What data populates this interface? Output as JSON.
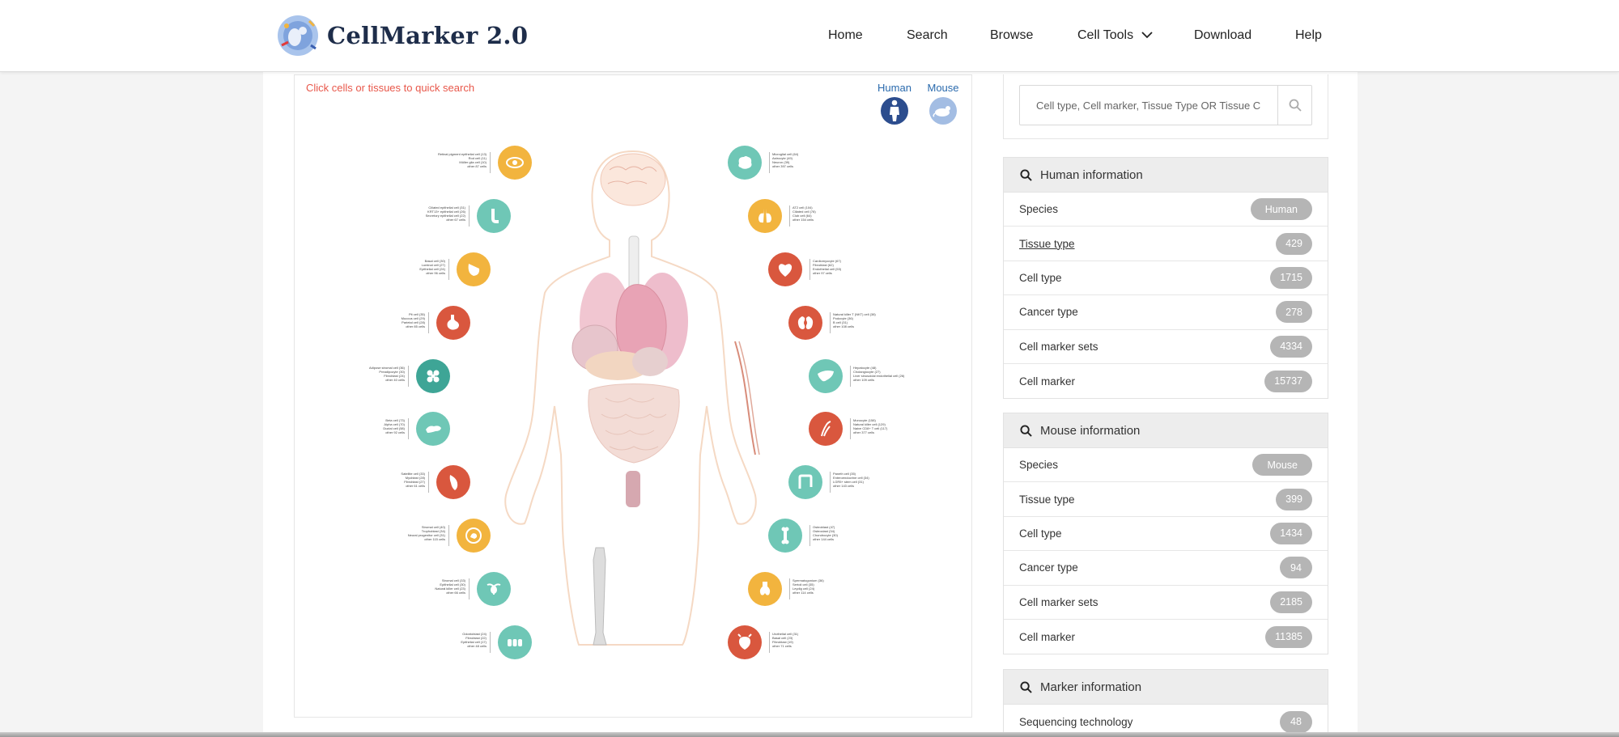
{
  "header": {
    "brand": "CellMarker 2.0",
    "nav": [
      {
        "label": "Home"
      },
      {
        "label": "Search"
      },
      {
        "label": "Browse"
      },
      {
        "label": "Cell Tools"
      },
      {
        "label": "Download"
      },
      {
        "label": "Help"
      }
    ]
  },
  "map": {
    "hint": "Click cells or tissues to quick search",
    "species": [
      {
        "label": "Human"
      },
      {
        "label": "Mouse"
      }
    ],
    "colors": {
      "orange": "#f2b43e",
      "teal": "#6fc7b6",
      "red": "#d9573e",
      "teal_dark": "#3ea596"
    },
    "organs_left": [
      {
        "icon": "eye-icon",
        "color": "orange",
        "lines": [
          "Retinal pigment epithelial cell (13)",
          "Rod cell (11)",
          "Müller glia cell (10)",
          "other 87 cells"
        ]
      },
      {
        "icon": "throat-icon",
        "color": "teal",
        "lines": [
          "Ciliated epithelial cell (31)",
          "KRT13+ epithelial cell (26)",
          "Secretory epithelial cell (22)",
          "other 67 cells"
        ]
      },
      {
        "icon": "breast-icon",
        "color": "orange",
        "lines": [
          "Basal cell (30)",
          "Luminal cell (27)",
          "Epithelial cell (24)",
          "other 96 cells"
        ]
      },
      {
        "icon": "stomach-icon",
        "color": "red",
        "lines": [
          "Pit cell (35)",
          "Mucous cell (29)",
          "Parietal cell (28)",
          "other 85 cells"
        ]
      },
      {
        "icon": "fat-icon",
        "color": "teal_dark",
        "lines": [
          "Adipose stromal cell (36)",
          "Preadipocyte (30)",
          "Fibroblast (24)",
          "other 40 cells"
        ]
      },
      {
        "icon": "pancreas-icon",
        "color": "teal",
        "lines": [
          "Beta cell (73)",
          "Alpha cell (70)",
          "Ductal cell (58)",
          "other 92 cells"
        ]
      },
      {
        "icon": "muscle-icon",
        "color": "red",
        "lines": [
          "Satellite cell (33)",
          "Myoblast (28)",
          "Fibroblast (27)",
          "other 61 cells"
        ]
      },
      {
        "icon": "embryo-icon",
        "color": "orange",
        "lines": [
          "Stromal cell (40)",
          "Trophoblast (34)",
          "Neural progenitor cell (31)",
          "other 115 cells"
        ]
      },
      {
        "icon": "uterus-icon",
        "color": "teal",
        "lines": [
          "Stromal cell (33)",
          "Epithelial cell (30)",
          "Natural killer cell (23)",
          "other 66 cells"
        ]
      },
      {
        "icon": "teeth-icon",
        "color": "teal",
        "lines": [
          "Odontoblast (24)",
          "Fibroblast (22)",
          "Epithelial cell (17)",
          "other 48 cells"
        ]
      }
    ],
    "organs_right": [
      {
        "icon": "brain-icon",
        "color": "teal",
        "lines": [
          "Microglial cell (64)",
          "Astrocyte (49)",
          "Neuron (39)",
          "other 397 cells"
        ]
      },
      {
        "icon": "lung-icon",
        "color": "orange",
        "lines": [
          "AT2 cell (104)",
          "Ciliated cell (78)",
          "Club cell (64)",
          "other 154 cells"
        ]
      },
      {
        "icon": "heart-icon",
        "color": "red",
        "lines": [
          "Cardiomyocyte (67)",
          "Fibroblast (62)",
          "Endothelial cell (53)",
          "other 97 cells"
        ]
      },
      {
        "icon": "kidney-icon",
        "color": "red",
        "lines": [
          "Natural killer T (NKT) cell (38)",
          "Podocyte (36)",
          "B cell (31)",
          "other 108 cells"
        ]
      },
      {
        "icon": "liver-icon",
        "color": "teal",
        "lines": [
          "Hepatocyte (48)",
          "Cholangiocyte (27)",
          "Liver sinusoidal endothelial cell (26)",
          "other 109 cells"
        ]
      },
      {
        "icon": "blood-icon",
        "color": "red",
        "lines": [
          "Monocyte (158)",
          "Natural killer cell (129)",
          "Naive CD8+ T cell (117)",
          "other 377 cells"
        ]
      },
      {
        "icon": "intestine-icon",
        "color": "teal",
        "lines": [
          "Paneth cell (35)",
          "Enteroendocrine cell (34)",
          "LGR5+ stem cell (31)",
          "other 143 cells"
        ]
      },
      {
        "icon": "bone-icon",
        "color": "teal",
        "lines": [
          "Osteoblast (47)",
          "Osteoclast (34)",
          "Chondrocyte (30)",
          "other 144 cells"
        ]
      },
      {
        "icon": "testis-icon",
        "color": "orange",
        "lines": [
          "Spermatogonium (36)",
          "Sertoli cell (35)",
          "Leydig cell (24)",
          "other 114 cells"
        ]
      },
      {
        "icon": "bladder-icon",
        "color": "red",
        "lines": [
          "Urothelial cell (31)",
          "Basal cell (23)",
          "Fibroblast (19)",
          "other 71 cells"
        ]
      }
    ]
  },
  "search": {
    "placeholder": "Cell type, Cell marker, Tissue Type OR Tissue Class"
  },
  "human": {
    "title": "Human information",
    "rows": [
      {
        "label": "Species",
        "value": "Human"
      },
      {
        "label": "Tissue type",
        "value": "429"
      },
      {
        "label": "Cell type",
        "value": "1715"
      },
      {
        "label": "Cancer type",
        "value": "278"
      },
      {
        "label": "Cell marker sets",
        "value": "4334"
      },
      {
        "label": "Cell marker",
        "value": "15737"
      }
    ]
  },
  "mouse": {
    "title": "Mouse information",
    "rows": [
      {
        "label": "Species",
        "value": "Mouse"
      },
      {
        "label": "Tissue type",
        "value": "399"
      },
      {
        "label": "Cell type",
        "value": "1434"
      },
      {
        "label": "Cancer type",
        "value": "94"
      },
      {
        "label": "Cell marker sets",
        "value": "2185"
      },
      {
        "label": "Cell marker",
        "value": "11385"
      }
    ]
  },
  "marker": {
    "title": "Marker information",
    "rows": [
      {
        "label": "Sequencing technology",
        "value": "48"
      }
    ]
  }
}
